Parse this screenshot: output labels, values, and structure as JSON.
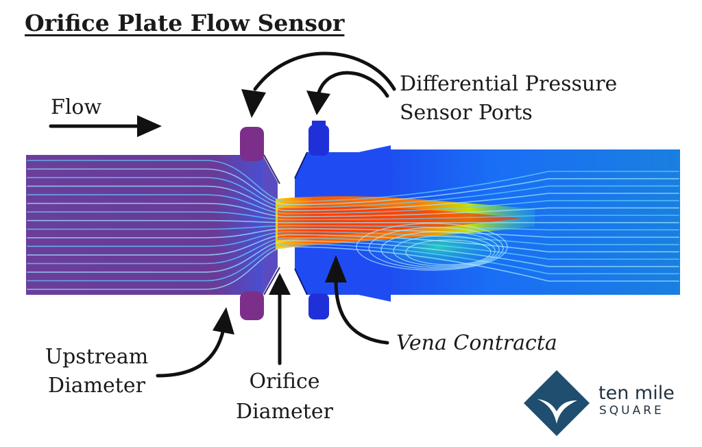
{
  "title": "Orifice Plate Flow Sensor",
  "labels": {
    "flow": "Flow",
    "dp_ports_line1": "Differential Pressure",
    "dp_ports_line2": "Sensor Ports",
    "upstream_line1": "Upstream",
    "upstream_line2": "Diameter",
    "orifice_line1": "Orifice",
    "orifice_line2": "Diameter",
    "vena_contracta": "Vena Contracta"
  },
  "logo": {
    "line1": "ten mile",
    "line2": "SQUARE",
    "color": "#1f4e6e"
  },
  "colors": {
    "upstream_plate": "#7b2f8a",
    "downstream_plate": "#1e3ff0",
    "pipe_upstream": "#6a3b9a",
    "pipe_downstream": "#1560e8",
    "jet_core": "#ff3300",
    "text": "#1a1a1a"
  }
}
